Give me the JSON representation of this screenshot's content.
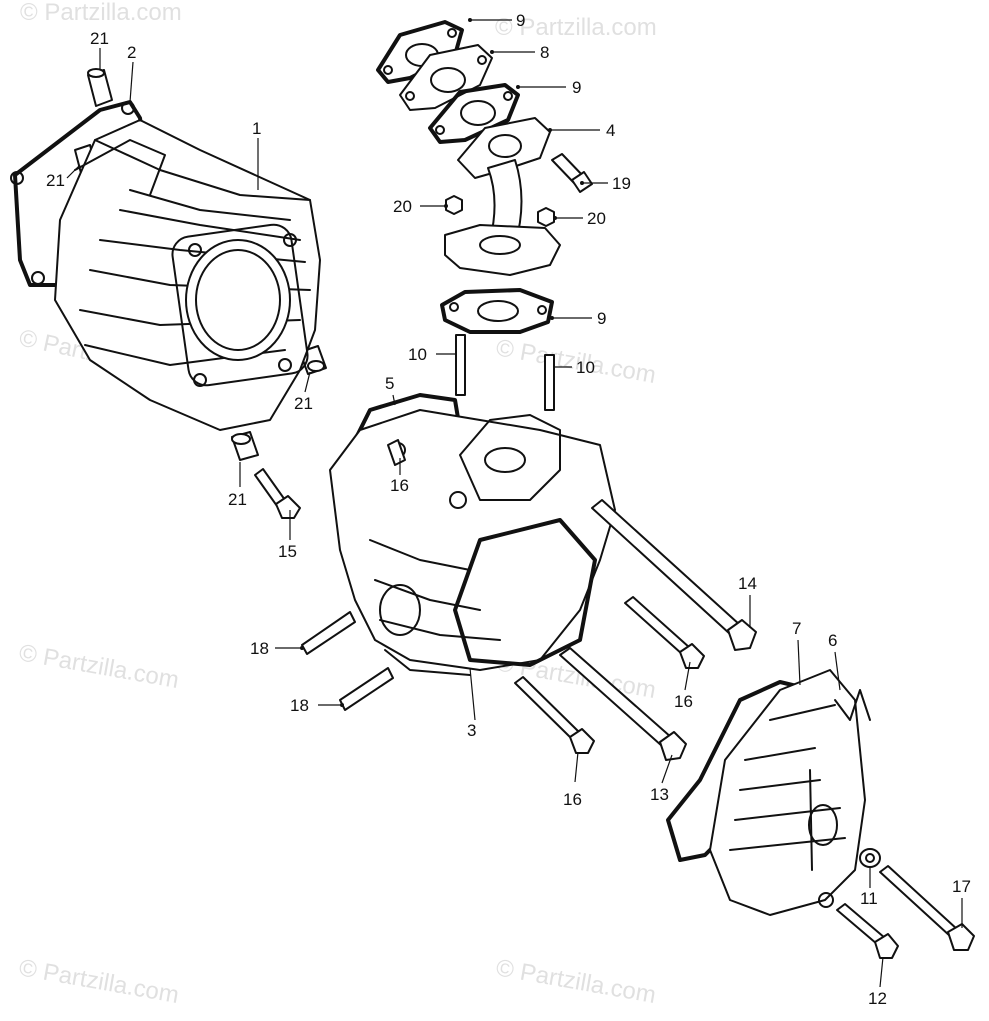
{
  "watermark": {
    "text": "© Partzilla.com"
  },
  "callouts": {
    "c1": "1",
    "c2": "2",
    "c3": "3",
    "c4": "4",
    "c5": "5",
    "c6": "6",
    "c7": "7",
    "c8": "8",
    "c9a": "9",
    "c9b": "9",
    "c9c": "9",
    "c10a": "10",
    "c10b": "10",
    "c11": "11",
    "c12": "12",
    "c13": "13",
    "c14": "14",
    "c15": "15",
    "c16a": "16",
    "c16b": "16",
    "c16c": "16",
    "c17": "17",
    "c18a": "18",
    "c18b": "18",
    "c19": "19",
    "c20a": "20",
    "c20b": "20",
    "c21a": "21",
    "c21b": "21",
    "c21c": "21",
    "c21d": "21"
  }
}
